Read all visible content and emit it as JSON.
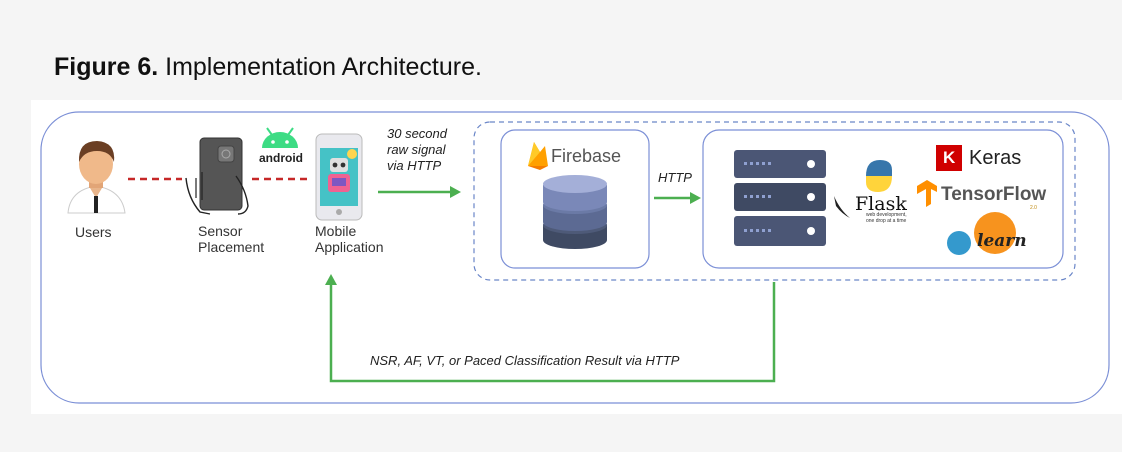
{
  "caption": {
    "bold": "Figure 6.",
    "text": " Implementation Architecture."
  },
  "nodes": {
    "users": "Users",
    "sensor_line1": "Sensor",
    "sensor_line2": "Placement",
    "mobile_line1": "Mobile",
    "mobile_line2": "Application",
    "android": "android",
    "firebase": "Firebase",
    "keras": "Keras",
    "keras_k": "K",
    "tensorflow": "TensorFlow",
    "tensorflow_version": "2.0",
    "flask": "Flask",
    "flask_tagline_1": "web development,",
    "flask_tagline_2": "one drop at a time",
    "sklearn": "learn"
  },
  "edges": {
    "upload_line1": "30 second",
    "upload_line2": "raw signal",
    "upload_line3": "via HTTP",
    "http": "HTTP",
    "result": "NSR, AF, VT, or Paced Classification Result via HTTP"
  },
  "colors": {
    "arrow": "#4caf50",
    "dashed_link": "#c62828",
    "border": "#7b8fd6",
    "server": "#3f4a63",
    "db_top": "#8e9ac7"
  }
}
